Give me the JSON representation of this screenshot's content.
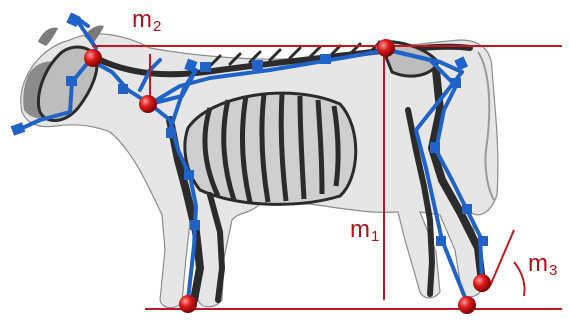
{
  "labels": {
    "m2": {
      "base": "m",
      "sub": "2"
    },
    "m1": {
      "base": "m",
      "sub": "1"
    },
    "m3": {
      "base": "m",
      "sub": "3"
    }
  },
  "colors": {
    "measure_line": "#c0181d",
    "marker": "#e01a1a",
    "skeleton_overlay": "#1f63c9",
    "bone": "#2b2b2b",
    "body": "#e6e6e6"
  }
}
